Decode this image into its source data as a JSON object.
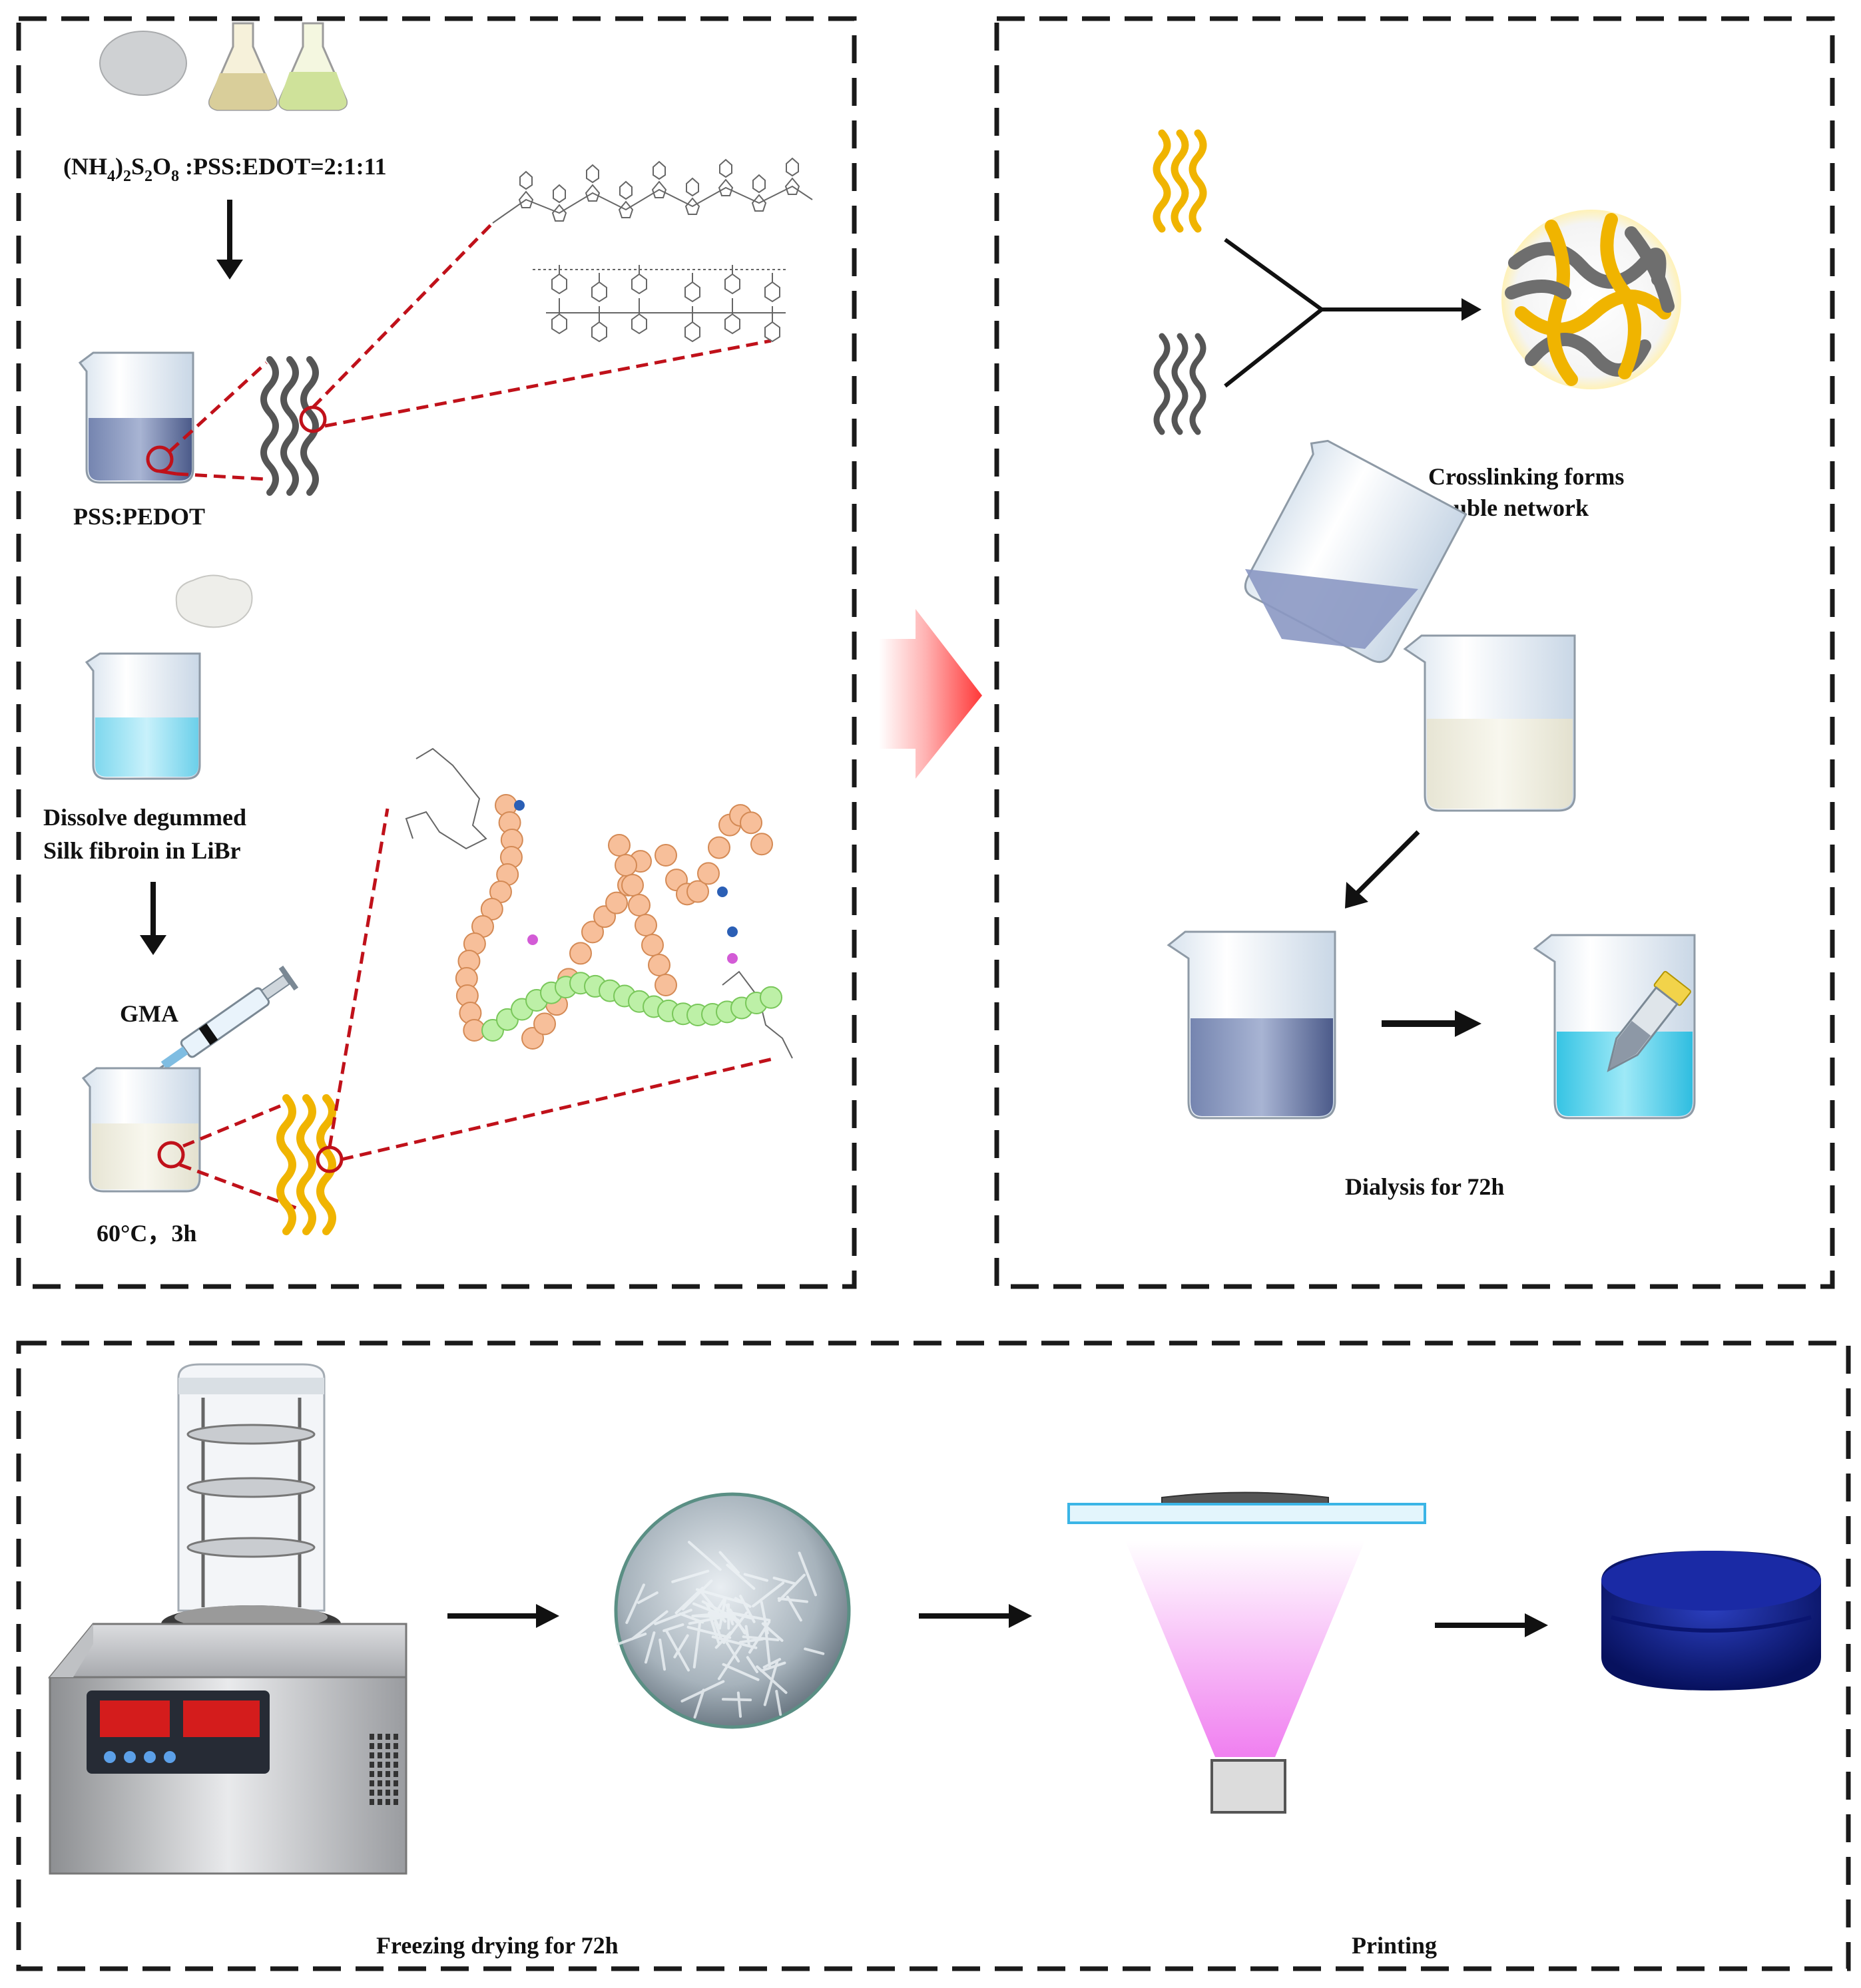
{
  "panel_a": {
    "reagent_formula": {
      "nh": "(NH",
      "nh_sub": "4",
      "s_close": ")",
      "s_close_sub": "2",
      "s": "S",
      "s_sub": "2",
      "o": "O",
      "o_sub": "8",
      "ratio": " :PSS:EDOT=2:1:11"
    },
    "pss_pedot_label": "PSS:PEDOT",
    "dissolve_label_line1": "Dissolve degummed",
    "dissolve_label_line2": "Silk fibroin in LiBr",
    "gma_label": "GMA",
    "condition_label": "60°C，3h"
  },
  "panel_b": {
    "crosslink_label_line1": "Crosslinking forms",
    "crosslink_label_line2": "double network",
    "dialysis_label": "Dialysis for 72h"
  },
  "panel_c": {
    "freeze_label": "Freezing drying for 72h",
    "printing_label": "Printing"
  },
  "colors": {
    "dash_border": "#1a1a1a",
    "zoom_red": "#c0111a",
    "pedot_chain": "#555555",
    "silk_chain": "#f0b400",
    "pss_solution": "#4e5e8c",
    "silk_solution": "#8fe0f2",
    "white_solution": "#f1efe1",
    "dialysis_blue": "#36c8e6",
    "uv_pink": "#f080f0",
    "hydrogel": "#0a1a80",
    "big_arrow": "#ff4a4a"
  }
}
